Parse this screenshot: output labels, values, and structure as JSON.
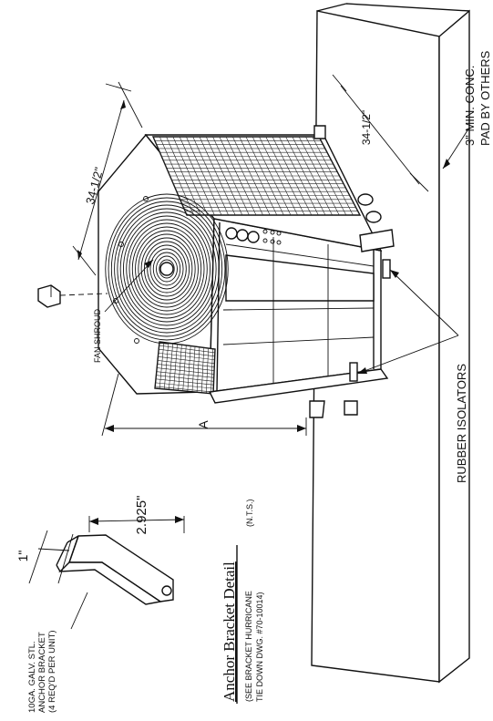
{
  "labels": {
    "dim_width": "34-1/2\"",
    "dim_depth": "34-1/2\"",
    "dim_height": "A",
    "pad_line1": "3\" MIN. CONC.",
    "pad_line2": "PAD BY OTHERS",
    "rubber_isolators": "RUBBER ISOLATORS",
    "fan_shroud": "FAN SHROUD",
    "bracket_width": "2.925\"",
    "bracket_flange": "1\"",
    "bracket_spec_line1": "10GA. GALV. STL.",
    "bracket_spec_line2": "ANCHOR BRACKET",
    "bracket_spec_line3": "(4 REQ'D PER UNIT)",
    "detail_title": "Anchor Bracket Detail",
    "detail_scale": "(N.T.S.)",
    "detail_note_line1": "(SEE BRACKET HURRICANE",
    "detail_note_line2": "TIE DOWN DWG. #70-10014)"
  }
}
